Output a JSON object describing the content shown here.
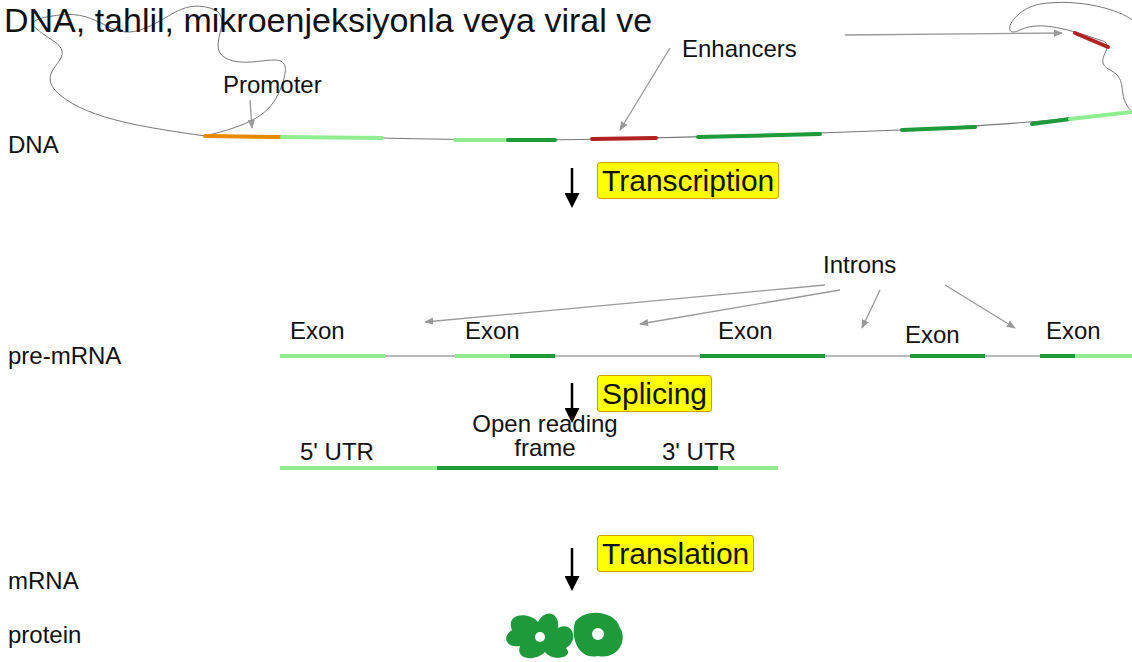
{
  "diagram": {
    "nodes": [
      {
        "text": [
          "Transcription"
        ]
      },
      {
        "text": [
          "Splicing"
        ]
      },
      {
        "text": [
          "Translation"
        ]
      }
    ],
    "labels": [
      "DNA, tahlil, mikroenjeksiyonla veya viral ve",
      "Enhancers",
      "Promoter",
      "DNA",
      "Introns",
      "Exon",
      "Exon",
      "Exon",
      "Exon",
      "Exon",
      "pre-mRNA",
      "Open reading frame",
      "5' UTR",
      "3' UTR",
      "mRNA",
      "protein"
    ]
  }
}
